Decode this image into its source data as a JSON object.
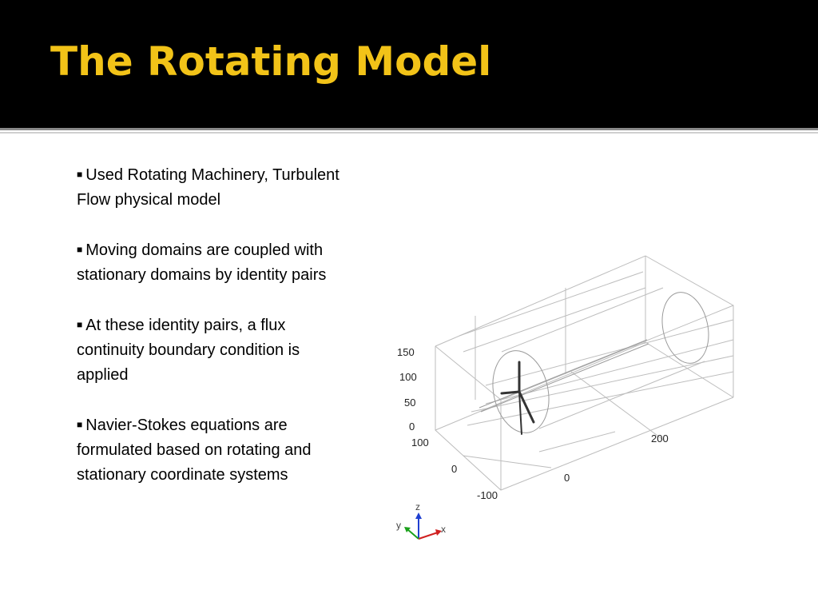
{
  "slide": {
    "title": "The Rotating Model",
    "bullets": [
      "Used Rotating Machinery, Turbulent Flow physical model",
      "Moving domains are coupled with stationary domains by identity pairs",
      "At these identity pairs, a flux continuity boundary condition is applied",
      "Navier-Stokes equations are formulated based on rotating and stationary coordinate systems"
    ],
    "bullet_marker": "■"
  },
  "figure": {
    "z_ticks": [
      "150",
      "100",
      "50",
      "0"
    ],
    "y_ticks": [
      "100",
      "0",
      "-100"
    ],
    "x_ticks": [
      "200",
      "0"
    ],
    "triad": {
      "z": "z",
      "y": "y",
      "x": "x"
    },
    "colors": {
      "title": "#f2c318",
      "z_axis": "#1f3fd0",
      "y_axis": "#1aa01a",
      "x_axis": "#d02020"
    }
  }
}
